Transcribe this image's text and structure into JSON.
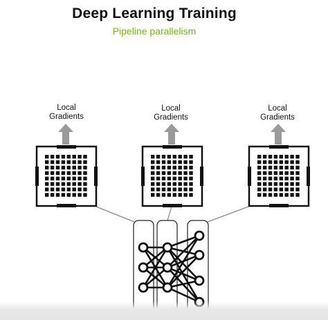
{
  "header": {
    "title": "Deep Learning Training",
    "subtitle": "Pipeline parallelism"
  },
  "gpus": [
    {
      "label_line1": "Local",
      "label_line2": "Gradients"
    },
    {
      "label_line1": "Local",
      "label_line2": "Gradients"
    },
    {
      "label_line1": "Local",
      "label_line2": "Gradients"
    }
  ],
  "network": {
    "stages": 3,
    "layer_sizes": [
      3,
      3,
      4
    ]
  },
  "colors": {
    "subtitle": "#76b900",
    "arrow": "#9a9a9a",
    "chip": "#111111",
    "connector": "#8a8a8a"
  }
}
